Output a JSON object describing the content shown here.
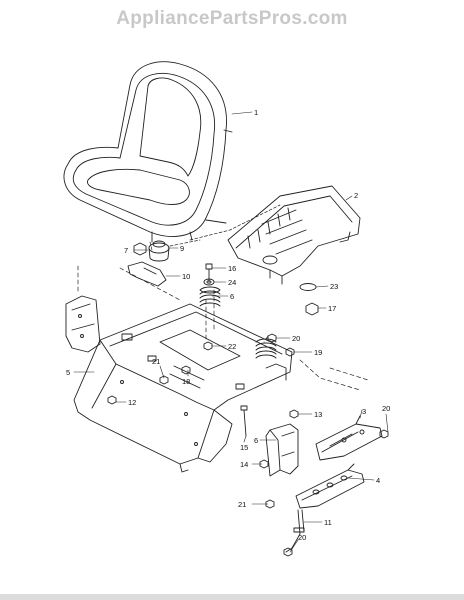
{
  "watermark": "AppliancePartsPros.com",
  "callouts": [
    {
      "id": "1",
      "label": "1"
    },
    {
      "id": "2",
      "label": "2"
    },
    {
      "id": "3",
      "label": "3"
    },
    {
      "id": "4",
      "label": "4"
    },
    {
      "id": "5",
      "label": "5"
    },
    {
      "id": "6a",
      "label": "6"
    },
    {
      "id": "6b",
      "label": "6"
    },
    {
      "id": "7",
      "label": "7"
    },
    {
      "id": "9",
      "label": "9"
    },
    {
      "id": "10",
      "label": "10"
    },
    {
      "id": "11",
      "label": "11"
    },
    {
      "id": "12",
      "label": "12"
    },
    {
      "id": "13",
      "label": "13"
    },
    {
      "id": "14",
      "label": "14"
    },
    {
      "id": "15",
      "label": "15"
    },
    {
      "id": "16",
      "label": "16"
    },
    {
      "id": "17",
      "label": "17"
    },
    {
      "id": "18",
      "label": "18"
    },
    {
      "id": "19",
      "label": "19"
    },
    {
      "id": "20a",
      "label": "20"
    },
    {
      "id": "20b",
      "label": "20"
    },
    {
      "id": "20c",
      "label": "20"
    },
    {
      "id": "21a",
      "label": "21"
    },
    {
      "id": "21b",
      "label": "21"
    },
    {
      "id": "22",
      "label": "22"
    },
    {
      "id": "23",
      "label": "23"
    },
    {
      "id": "24",
      "label": "24"
    }
  ]
}
